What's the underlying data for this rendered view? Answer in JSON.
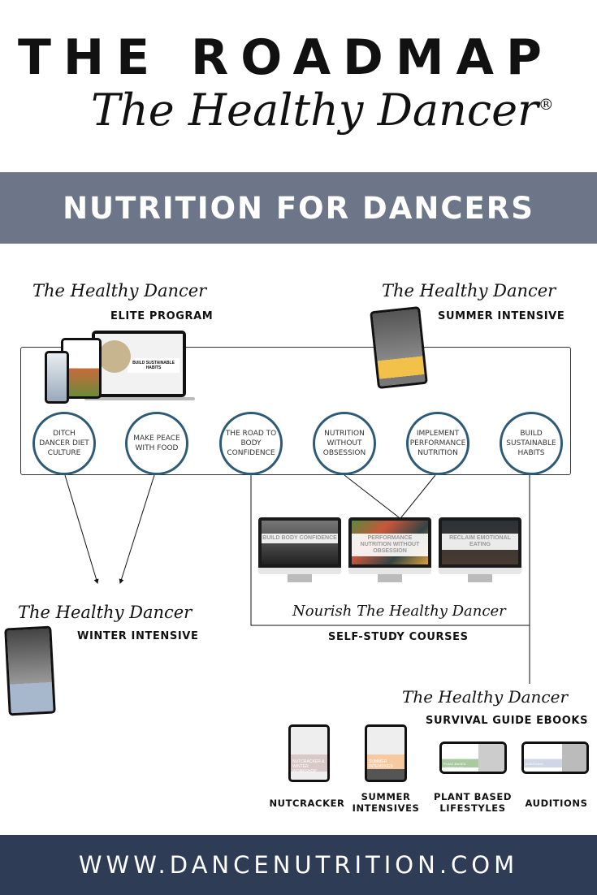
{
  "header": {
    "title": "THE ROADMAP",
    "brand": "The Healthy Dancer",
    "registered": "®"
  },
  "banner": {
    "text": "NUTRITION FOR DANCERS"
  },
  "elite": {
    "brand": "The Healthy Dancer",
    "label": "ELITE PROGRAM",
    "device_text": "BUILD SUSTAINABLE HABITS"
  },
  "summer": {
    "brand": "The Healthy Dancer",
    "label": "SUMMER INTENSIVE"
  },
  "steps": [
    "DITCH DANCER DIET CULTURE",
    "MAKE PEACE WITH FOOD",
    "THE ROAD TO BODY CONFIDENCE",
    "NUTRITION WITHOUT OBSESSION",
    "IMPLEMENT PERFORMANCE NUTRITION",
    "BUILD SUSTAINABLE HABITS"
  ],
  "courses": {
    "items": [
      "BUILD BODY CONFIDENCE",
      "PERFORMANCE NUTRITION WITHOUT OBSESSION",
      "RECLAIM EMOTIONAL EATING"
    ],
    "brand": "Nourish The Healthy Dancer",
    "label": "SELF-STUDY COURSES"
  },
  "winter": {
    "brand": "The Healthy Dancer",
    "label": "WINTER INTENSIVE"
  },
  "ebooks": {
    "brand": "The Healthy Dancer",
    "label": "SURVIVAL GUIDE EBOOKS",
    "items": [
      "NUTCRACKER",
      "SUMMER INTENSIVES",
      "PLANT BASED LIFESTYLES",
      "AUDITIONS"
    ],
    "covers": [
      "NUTCRACKER & WINTER WORKSHOP",
      "SUMMER INTENSIVES",
      "PLANT-BASED LIFESTYLES",
      "AUDITIONS"
    ]
  },
  "footer": {
    "url": "WWW.DANCENUTRITION.COM"
  },
  "colors": {
    "banner": "#6c7688",
    "circle_border": "#2c5a78",
    "footer": "#2e3c56"
  }
}
